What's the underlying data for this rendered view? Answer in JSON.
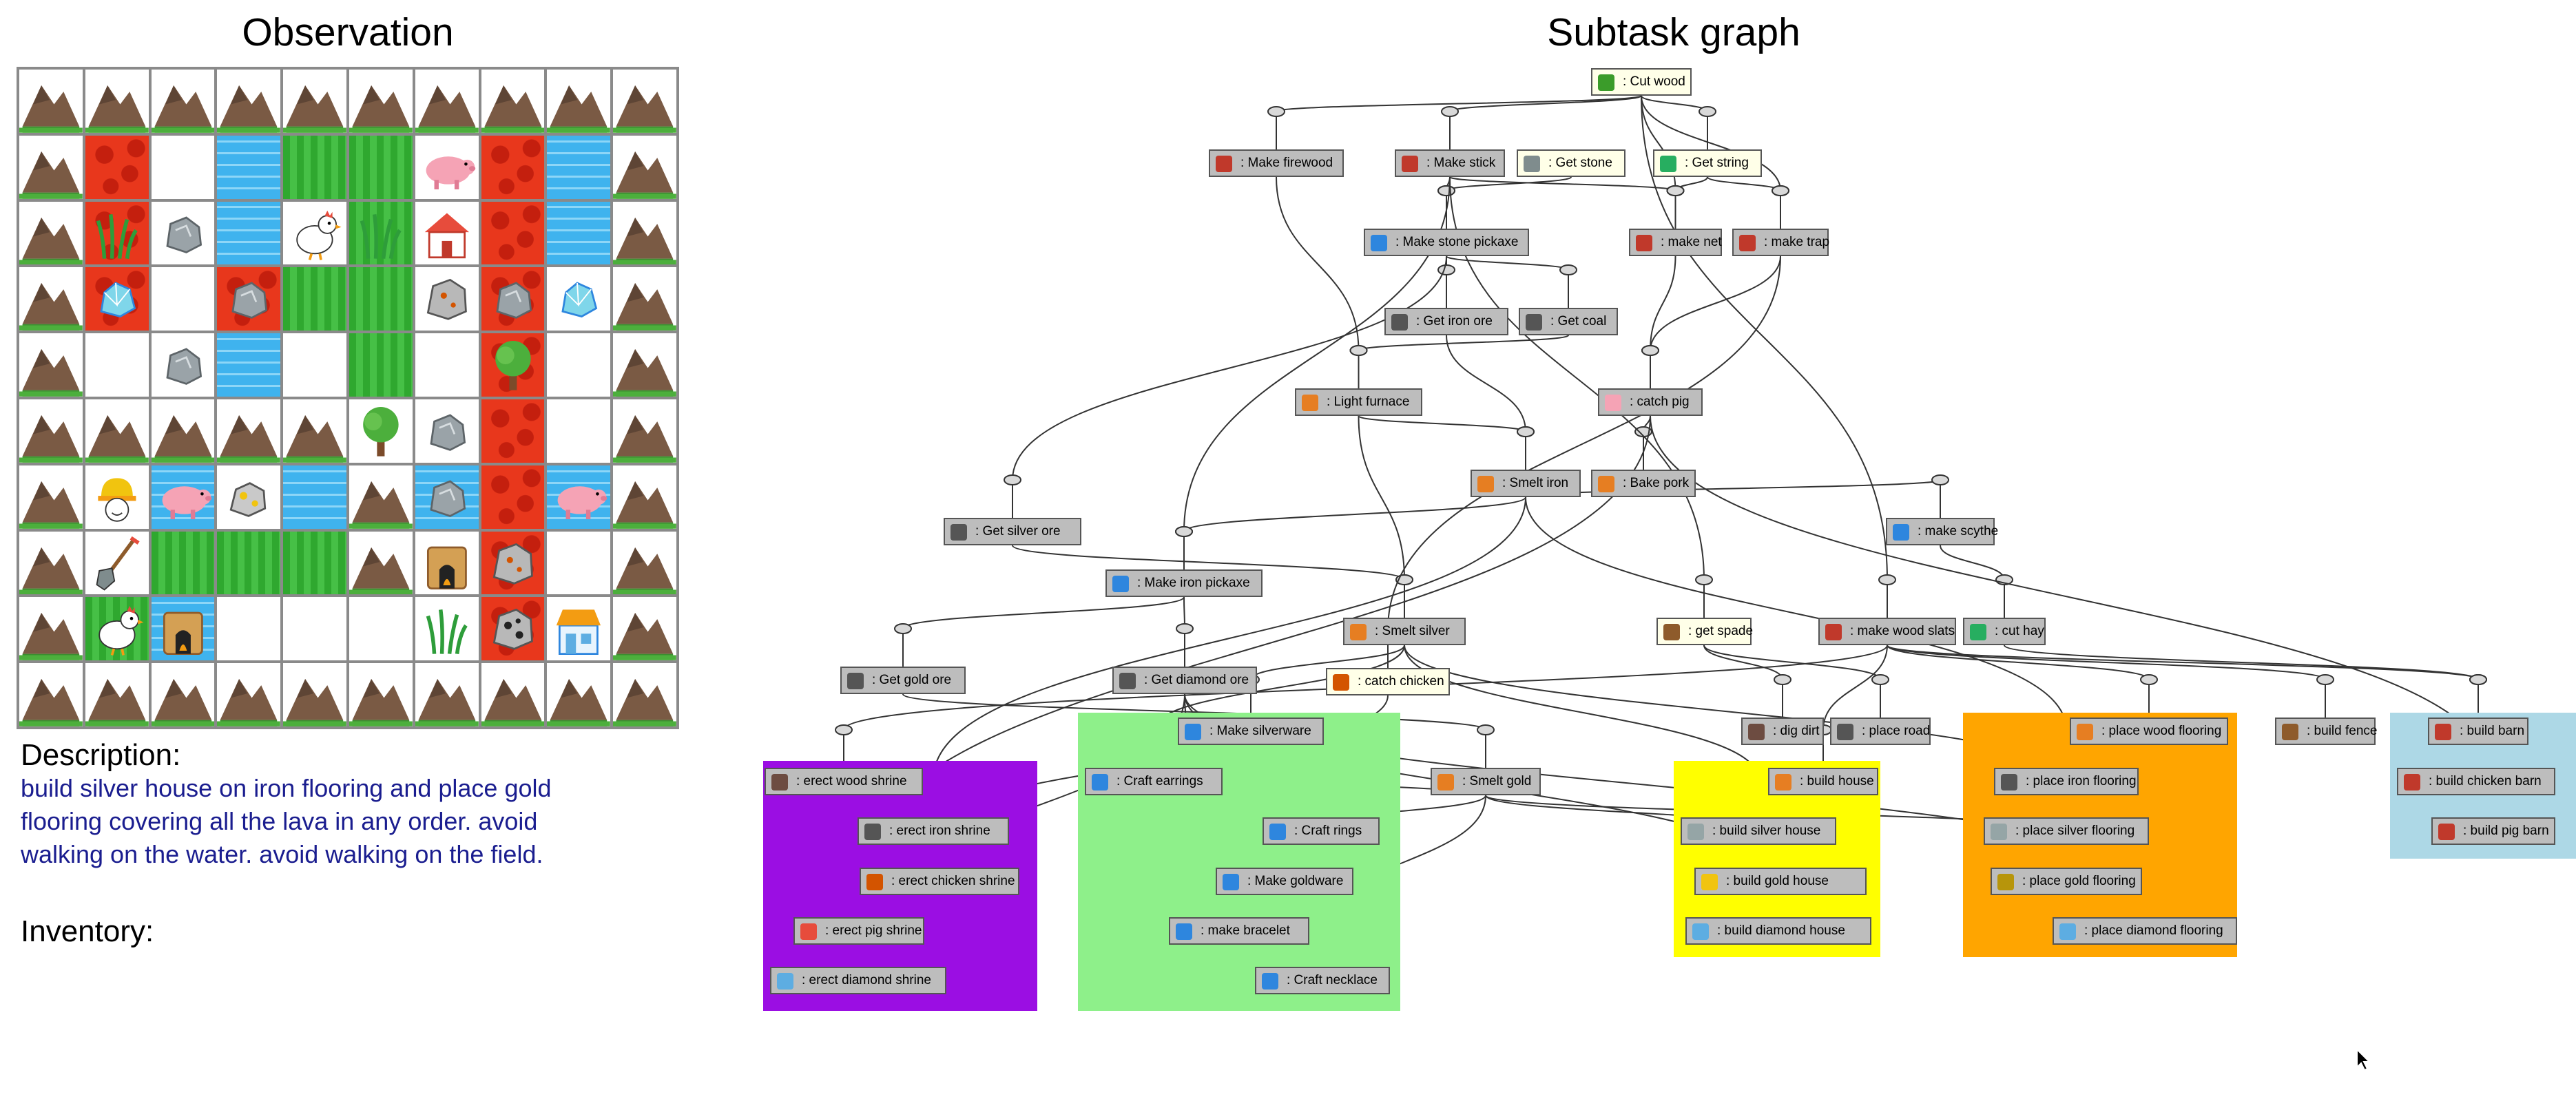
{
  "observation_title": "Observation",
  "graph_title": "Subtask graph",
  "description_label": "Description:",
  "description_text": "build silver house on iron flooring and place gold flooring covering all the lava in any order. avoid walking on the water. avoid walking on the field.",
  "inventory_label": "Inventory:",
  "colors": {
    "lava": "#e8371c",
    "water": "#3fb3ee",
    "field": "#2fa82f",
    "node_gray": "#bdbdbd",
    "node_light": "#ffffe8",
    "shrine_region": "#9b0ee3",
    "craft_region": "#8ef08a",
    "house_region": "#ffff00",
    "flooring_region": "#ffa500",
    "barn_region": "#add8e6",
    "description_text": "#1a1d8f"
  },
  "grid": [
    [
      "mountain",
      "mountain",
      "mountain",
      "mountain",
      "mountain",
      "mountain",
      "mountain",
      "mountain",
      "mountain",
      "mountain"
    ],
    [
      "mountain",
      "lava",
      "empty",
      "water",
      "field",
      "field",
      "pig",
      "lava",
      "water",
      "mountain"
    ],
    [
      "mountain",
      "lava+grass",
      "stone",
      "water",
      "chicken",
      "field+grass",
      "house",
      "lava",
      "water",
      "mountain"
    ],
    [
      "mountain",
      "lava+diamond",
      "empty",
      "lava+stone",
      "field",
      "field",
      "iron",
      "lava+stone",
      "diamond",
      "mountain"
    ],
    [
      "mountain",
      "empty",
      "stone",
      "water",
      "empty",
      "field",
      "empty",
      "lava+tree",
      "empty",
      "mountain"
    ],
    [
      "mountain",
      "mountain",
      "mountain",
      "mountain",
      "mountain",
      "tree",
      "stone",
      "lava",
      "empty",
      "mountain"
    ],
    [
      "mountain",
      "agent",
      "water+pig",
      "gold",
      "water",
      "mountain",
      "water+stone",
      "lava",
      "water+pig",
      "mountain"
    ],
    [
      "mountain",
      "shovel",
      "field",
      "field",
      "field",
      "mountain",
      "furnace",
      "lava+iron",
      "empty",
      "mountain"
    ],
    [
      "mountain",
      "field+chicken",
      "water+furnace",
      "empty",
      "empty",
      "empty",
      "grass",
      "lava+coal",
      "shop",
      "mountain"
    ],
    [
      "mountain",
      "mountain",
      "mountain",
      "mountain",
      "mountain",
      "mountain",
      "mountain",
      "mountain",
      "mountain",
      "mountain"
    ]
  ],
  "nodes": [
    {
      "id": "cut_wood",
      "label": ": Cut wood",
      "style": "light",
      "icon": "tree-icon",
      "icon_color": "#3b9c2a"
    },
    {
      "id": "make_firewood",
      "label": ": Make firewood",
      "style": "gray",
      "icon": "house-icon",
      "icon_color": "#c0392b"
    },
    {
      "id": "make_stick",
      "label": ": Make stick",
      "style": "gray",
      "icon": "house-icon",
      "icon_color": "#c0392b"
    },
    {
      "id": "get_stone",
      "label": ": Get stone",
      "style": "light",
      "icon": "stone-icon",
      "icon_color": "#7f8c8d"
    },
    {
      "id": "get_string",
      "label": ": Get string",
      "style": "light",
      "icon": "grass-icon",
      "icon_color": "#27ae60"
    },
    {
      "id": "make_stone_pickaxe",
      "label": ": Make stone pickaxe",
      "style": "gray",
      "icon": "shop-icon",
      "icon_color": "#2e86de"
    },
    {
      "id": "make_net",
      "label": ": make net",
      "style": "gray",
      "icon": "house-icon",
      "icon_color": "#c0392b"
    },
    {
      "id": "make_trap",
      "label": ": make trap",
      "style": "gray",
      "icon": "house-icon",
      "icon_color": "#c0392b"
    },
    {
      "id": "get_iron_ore",
      "label": ": Get iron ore",
      "style": "gray",
      "icon": "pickaxe-icon",
      "icon_color": "#555"
    },
    {
      "id": "get_coal",
      "label": ": Get coal",
      "style": "gray",
      "icon": "pickaxe-icon",
      "icon_color": "#555"
    },
    {
      "id": "light_furnace",
      "label": ": Light furnace",
      "style": "gray",
      "icon": "furnace-icon",
      "icon_color": "#e67e22"
    },
    {
      "id": "catch_pig",
      "label": ": catch pig",
      "style": "gray",
      "icon": "pig-icon",
      "icon_color": "#f5a3b5"
    },
    {
      "id": "smelt_iron",
      "label": ": Smelt iron",
      "style": "gray",
      "icon": "furnace-icon",
      "icon_color": "#e67e22"
    },
    {
      "id": "bake_pork",
      "label": ": Bake pork",
      "style": "gray",
      "icon": "furnace-icon",
      "icon_color": "#e67e22"
    },
    {
      "id": "get_silver_ore",
      "label": ": Get silver ore",
      "style": "gray",
      "icon": "pickaxe-icon",
      "icon_color": "#555"
    },
    {
      "id": "make_scythe",
      "label": ": make scythe",
      "style": "gray",
      "icon": "shop-icon",
      "icon_color": "#2e86de"
    },
    {
      "id": "make_iron_pickaxe",
      "label": ": Make iron pickaxe",
      "style": "gray",
      "icon": "shop-icon",
      "icon_color": "#2e86de"
    },
    {
      "id": "smelt_silver",
      "label": ": Smelt silver",
      "style": "gray",
      "icon": "furnace-icon",
      "icon_color": "#e67e22"
    },
    {
      "id": "get_spade",
      "label": ": get spade",
      "style": "light",
      "icon": "shovel-icon",
      "icon_color": "#8e5b2b"
    },
    {
      "id": "make_wood_slats",
      "label": ": make wood slats",
      "style": "gray",
      "icon": "house-icon",
      "icon_color": "#c0392b"
    },
    {
      "id": "cut_hay",
      "label": ": cut hay",
      "style": "gray",
      "icon": "scythe-icon",
      "icon_color": "#27ae60"
    },
    {
      "id": "get_gold_ore",
      "label": ": Get gold ore",
      "style": "gray",
      "icon": "pickaxe-icon",
      "icon_color": "#555"
    },
    {
      "id": "get_diamond_ore",
      "label": ": Get diamond ore",
      "style": "gray",
      "icon": "pickaxe-icon",
      "icon_color": "#555"
    },
    {
      "id": "catch_chicken",
      "label": ": catch chicken",
      "style": "light",
      "icon": "chicken-icon",
      "icon_color": "#d35400"
    },
    {
      "id": "make_silverware",
      "label": ": Make silverware",
      "style": "gray",
      "icon": "shop-icon",
      "icon_color": "#2e86de"
    },
    {
      "id": "dig_dirt",
      "label": ": dig dirt",
      "style": "gray",
      "icon": "dirt-icon",
      "icon_color": "#6d4c41"
    },
    {
      "id": "place_road",
      "label": ": place road",
      "style": "gray",
      "icon": "road-icon",
      "icon_color": "#555"
    },
    {
      "id": "place_wood_flooring",
      "label": ": place wood flooring",
      "style": "gray",
      "icon": "flooring-icon",
      "icon_color": "#e67e22"
    },
    {
      "id": "build_fence",
      "label": ": build fence",
      "style": "gray",
      "icon": "fence-icon",
      "icon_color": "#8e5b2b"
    },
    {
      "id": "build_barn",
      "label": ": build barn",
      "style": "gray",
      "icon": "barn-icon",
      "icon_color": "#c0392b"
    },
    {
      "id": "erect_wood_shrine",
      "label": ": erect wood shrine",
      "style": "gray",
      "icon": "shrine-icon",
      "icon_color": "#6d4c41"
    },
    {
      "id": "craft_earrings",
      "label": ": Craft earrings",
      "style": "gray",
      "icon": "shop-icon",
      "icon_color": "#2e86de"
    },
    {
      "id": "smelt_gold",
      "label": ": Smelt gold",
      "style": "gray",
      "icon": "furnace-icon",
      "icon_color": "#e67e22"
    },
    {
      "id": "build_house",
      "label": ": build house",
      "style": "gray",
      "icon": "house-icon",
      "icon_color": "#e67e22"
    },
    {
      "id": "place_iron_flooring",
      "label": ": place iron flooring",
      "style": "gray",
      "icon": "flooring-icon",
      "icon_color": "#555"
    },
    {
      "id": "build_chicken_barn",
      "label": ": build chicken barn",
      "style": "gray",
      "icon": "barn-icon",
      "icon_color": "#c0392b"
    },
    {
      "id": "erect_iron_shrine",
      "label": ": erect iron shrine",
      "style": "gray",
      "icon": "shrine-icon",
      "icon_color": "#555"
    },
    {
      "id": "craft_rings",
      "label": ": Craft rings",
      "style": "gray",
      "icon": "shop-icon",
      "icon_color": "#2e86de"
    },
    {
      "id": "build_silver_house",
      "label": ": build silver house",
      "style": "gray",
      "icon": "house-icon",
      "icon_color": "#95a5a6"
    },
    {
      "id": "place_silver_flooring",
      "label": ": place silver flooring",
      "style": "gray",
      "icon": "flooring-icon",
      "icon_color": "#95a5a6"
    },
    {
      "id": "build_pig_barn",
      "label": ": build pig barn",
      "style": "gray",
      "icon": "barn-icon",
      "icon_color": "#c0392b"
    },
    {
      "id": "erect_chicken_shrine",
      "label": ": erect chicken shrine",
      "style": "gray",
      "icon": "shrine-icon",
      "icon_color": "#d35400"
    },
    {
      "id": "make_goldware",
      "label": ": Make goldware",
      "style": "gray",
      "icon": "shop-icon",
      "icon_color": "#2e86de"
    },
    {
      "id": "build_gold_house",
      "label": ": build gold house",
      "style": "gray",
      "icon": "house-icon",
      "icon_color": "#f1c40f"
    },
    {
      "id": "place_gold_flooring",
      "label": ": place gold flooring",
      "style": "gray",
      "icon": "flooring-icon",
      "icon_color": "#b7950b"
    },
    {
      "id": "erect_pig_shrine",
      "label": ": erect pig shrine",
      "style": "gray",
      "icon": "shrine-icon",
      "icon_color": "#e74c3c"
    },
    {
      "id": "make_bracelet",
      "label": ": make bracelet",
      "style": "gray",
      "icon": "shop-icon",
      "icon_color": "#2e86de"
    },
    {
      "id": "build_diamond_house",
      "label": ": build diamond house",
      "style": "gray",
      "icon": "house-icon",
      "icon_color": "#5dade2"
    },
    {
      "id": "place_diamond_flooring",
      "label": ": place diamond flooring",
      "style": "gray",
      "icon": "flooring-icon",
      "icon_color": "#5dade2"
    },
    {
      "id": "erect_diamond_shrine",
      "label": ": erect diamond shrine",
      "style": "gray",
      "icon": "shrine-icon",
      "icon_color": "#5dade2"
    },
    {
      "id": "craft_necklace",
      "label": ": Craft necklace",
      "style": "gray",
      "icon": "shop-icon",
      "icon_color": "#2e86de"
    }
  ]
}
